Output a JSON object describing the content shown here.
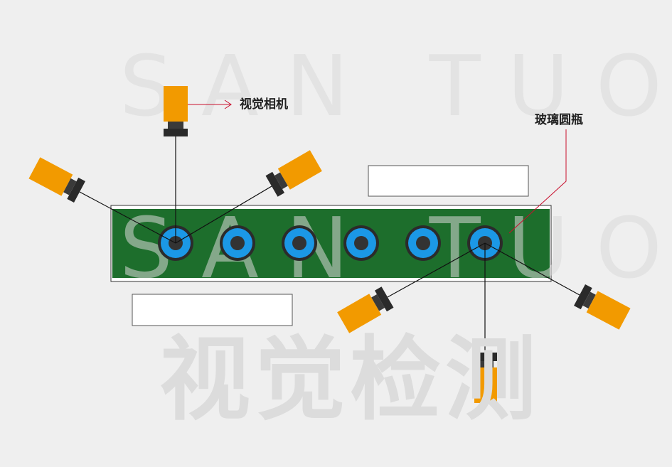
{
  "watermark": {
    "brand": "SAN TUO",
    "title": "视觉检测"
  },
  "labels": {
    "camera": "视觉相机",
    "bottle": "玻璃圆瓶"
  },
  "colors": {
    "background": "#efefef",
    "conveyor": "#1d6e2c",
    "camera_body": "#f29a00",
    "camera_lens": "#2f2f2f",
    "bottle_ring": "#1b98e6",
    "bottle_core": "#333333",
    "callout_line": "#c8102e"
  },
  "bottle_count": 6,
  "icons": [
    "camera-icon",
    "glass-bottle-icon"
  ]
}
